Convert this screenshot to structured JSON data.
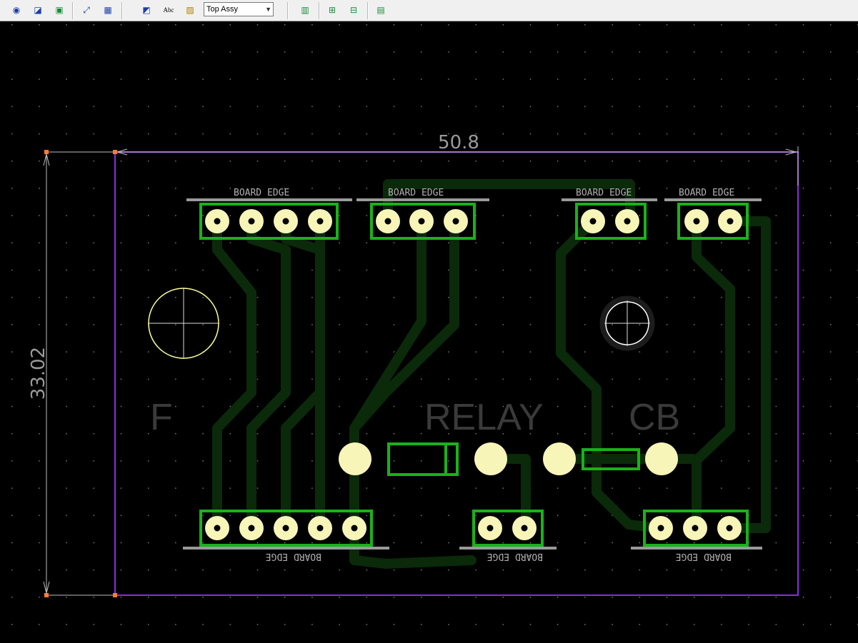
{
  "toolbar": {
    "layer_select": {
      "value": "Top Assy"
    },
    "text_tool_label": "Abc",
    "icons": [
      "snap-icon",
      "route-icon",
      "layer-icon",
      "measure-icon",
      "grid-icon",
      "drc-icon",
      "text-icon",
      "image-icon",
      "component-icon",
      "net-icon",
      "ratsnest-icon",
      "properties-icon"
    ]
  },
  "board": {
    "dimension_width": "50.8",
    "dimension_height": "33.02",
    "silkscreen": {
      "label_f": "F",
      "label_relay": "RELAY",
      "label_cb": "CB",
      "board_edge_text": "BOARD EDGE"
    },
    "colors": {
      "background": "#000000",
      "outline": "#8a2be2",
      "trace": "#0a2a0a",
      "pad": "#f8f5b8",
      "footprint": "#19b219",
      "silk_gray": "#3a3a3a",
      "dimension": "#bdbdbd"
    }
  }
}
